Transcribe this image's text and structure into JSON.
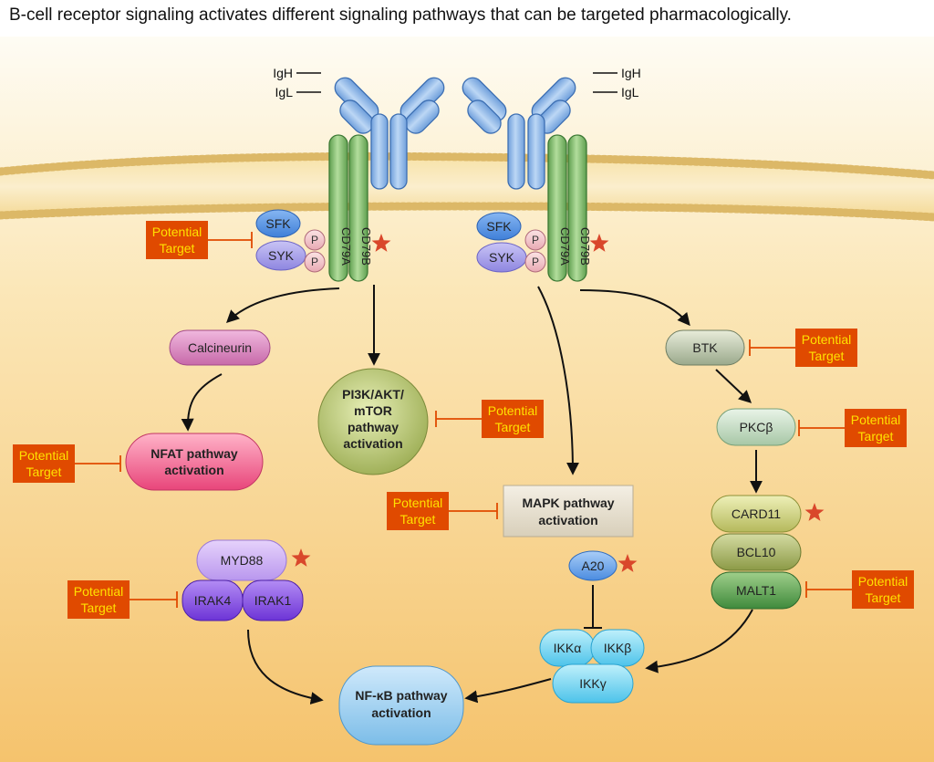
{
  "title": "B-cell receptor signaling activates different signaling pathways that can be targeted pharmacologically.",
  "receptor": {
    "igh": "IgH",
    "igl": "IgL",
    "cd79a": "CD79A",
    "cd79b": "CD79B",
    "sfk": "SFK",
    "syk": "SYK",
    "phospho": "P"
  },
  "nodes": {
    "calcineurin": "Calcineurin",
    "nfat": [
      "NFAT pathway",
      "activation"
    ],
    "pi3k": [
      "PI3K/AKT/",
      "mTOR",
      "pathway",
      "activation"
    ],
    "mapk": [
      "MAPK pathway",
      "activation"
    ],
    "btk": "BTK",
    "pkcb": "PKCβ",
    "card11": "CARD11",
    "bcl10": "BCL10",
    "malt1": "MALT1",
    "myd88": "MYD88",
    "irak4": "IRAK4",
    "irak1": "IRAK1",
    "a20": "A20",
    "ikka": "IKKα",
    "ikkb": "IKKβ",
    "ikkg": "IKKγ",
    "nfkb": [
      "NF-κB pathway",
      "activation"
    ]
  },
  "target_label": [
    "Potential",
    "Target"
  ],
  "colors": {
    "membrane": "#e9c766",
    "target_box": "#e04a00",
    "target_text": "#ffe100",
    "star": "#d9472b",
    "igh_chain": "#9cc3ec",
    "cd79": "#8cc679"
  }
}
